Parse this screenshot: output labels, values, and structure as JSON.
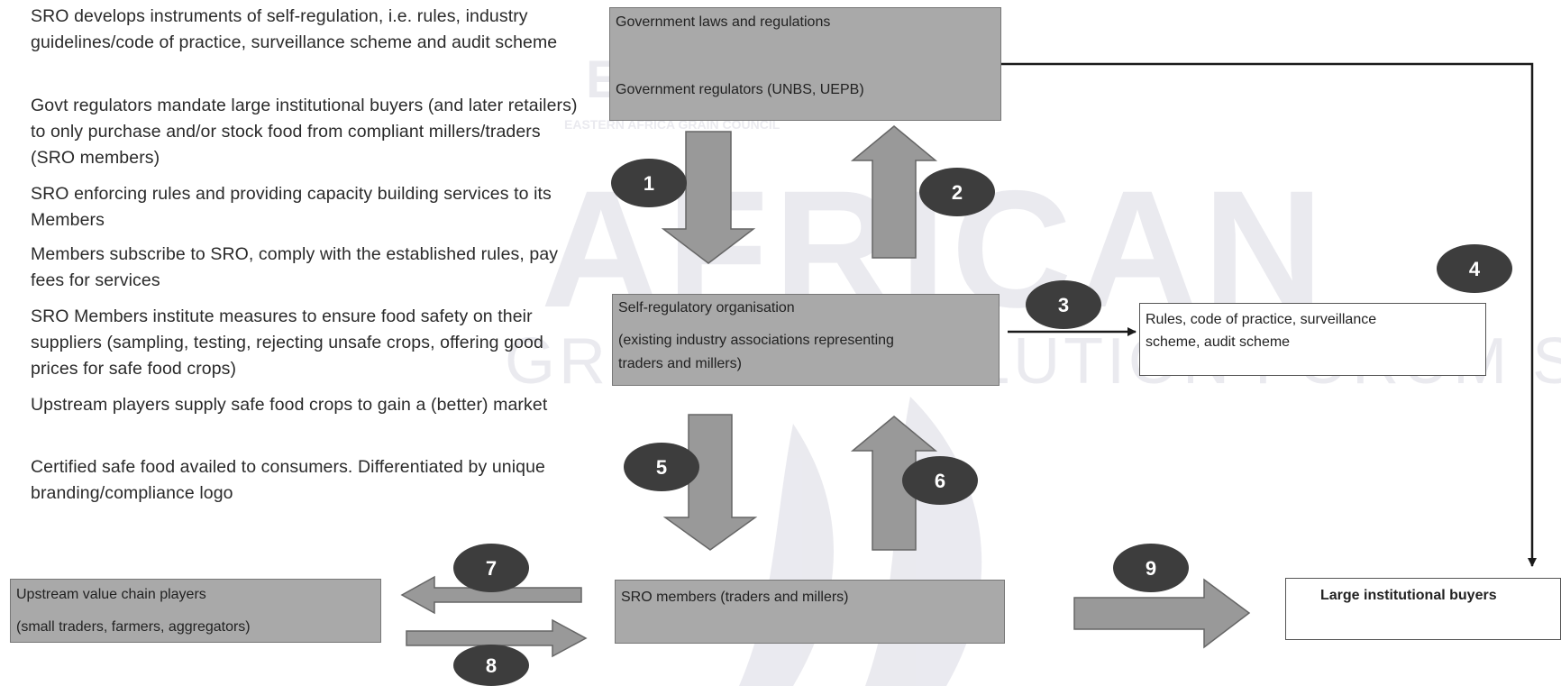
{
  "watermark": {
    "logo_text": "EAGC",
    "logo_subtitle": "EASTERN AFRICA GRAIN COUNCIL",
    "title": "AFRICAN",
    "subtitle": "GREEN REVOLUTION FORUM SUMMIT"
  },
  "legend": [
    "SRO develops instruments of self-regulation, i.e. rules, industry guidelines/code of practice, surveillance scheme and audit scheme",
    "Govt regulators mandate large institutional buyers (and later retailers) to only purchase and/or stock food from compliant millers/traders (SRO members)",
    "SRO enforcing rules and providing capacity building services to its Members",
    "Members subscribe to SRO, comply with the established rules, pay fees for services",
    "SRO Members institute measures to ensure food safety on their suppliers (sampling, testing, rejecting unsafe crops, offering good prices for safe food crops)",
    "Upstream players supply safe food crops to gain a (better) market",
    "Certified safe food availed to consumers. Differentiated by unique branding/compliance logo"
  ],
  "boxes": {
    "government": {
      "line1": "Government laws and regulations",
      "line2": "Government regulators (UNBS, UEPB)"
    },
    "sro": {
      "line1": "Self-regulatory organisation",
      "line2": "(existing industry associations representing",
      "line3": "traders and millers)"
    },
    "rules": {
      "line1": "Rules, code of practice, surveillance",
      "line2": "scheme, audit scheme"
    },
    "upstream": {
      "line1": "Upstream value chain players",
      "line2": "(small traders, farmers, aggregators)"
    },
    "members": {
      "line1": "SRO members (traders and millers)"
    },
    "buyers": {
      "line1": "Large institutional buyers"
    }
  },
  "steps": [
    "1",
    "2",
    "3",
    "4",
    "5",
    "6",
    "7",
    "8",
    "9"
  ],
  "colors": {
    "box_fill": "#a9a9a9",
    "arrow_fill": "#999999",
    "circle_fill": "#3d3d3d",
    "line": "#1a1a1a"
  }
}
